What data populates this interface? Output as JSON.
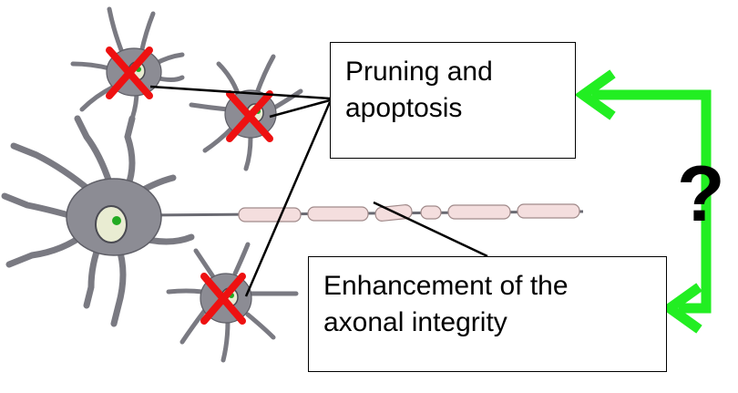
{
  "labels": {
    "pruning_line1": "Pruning and",
    "pruning_line2": "apoptosis",
    "enhancement_line1": "Enhancement of the",
    "enhancement_line2": "axonal integrity",
    "question": "?"
  },
  "colors": {
    "neuron_body": "#8c8c94",
    "neuron_outline": "#5e5e66",
    "nucleus": "#e9ecd2",
    "nucleolus": "#22aa22",
    "cross": "#ee1111",
    "myelin": "#f4dede",
    "arrow": "#22ee22",
    "line": "#000000"
  },
  "icons": {
    "cross": "red-cross-icon",
    "arrow": "green-arrow-icon"
  }
}
